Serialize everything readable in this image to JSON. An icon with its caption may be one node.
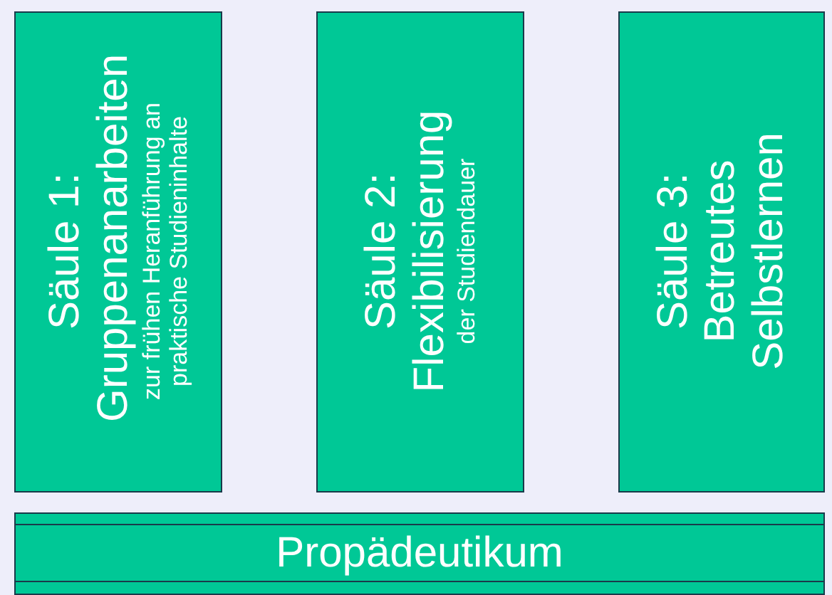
{
  "diagram": {
    "nodes": [
      {
        "text": [
          "Säule 1: Gruppenanarbeiten",
          "zur frühen Heranführung an praktische Studieninhalte"
        ]
      },
      {
        "text": [
          "Säule 2: Flexibilisierung",
          "der Studiendauer"
        ]
      },
      {
        "text": [
          "Säule 3: Betreutes Selbstlernen"
        ]
      },
      {
        "text": [
          "Propädeutikum"
        ]
      }
    ]
  }
}
